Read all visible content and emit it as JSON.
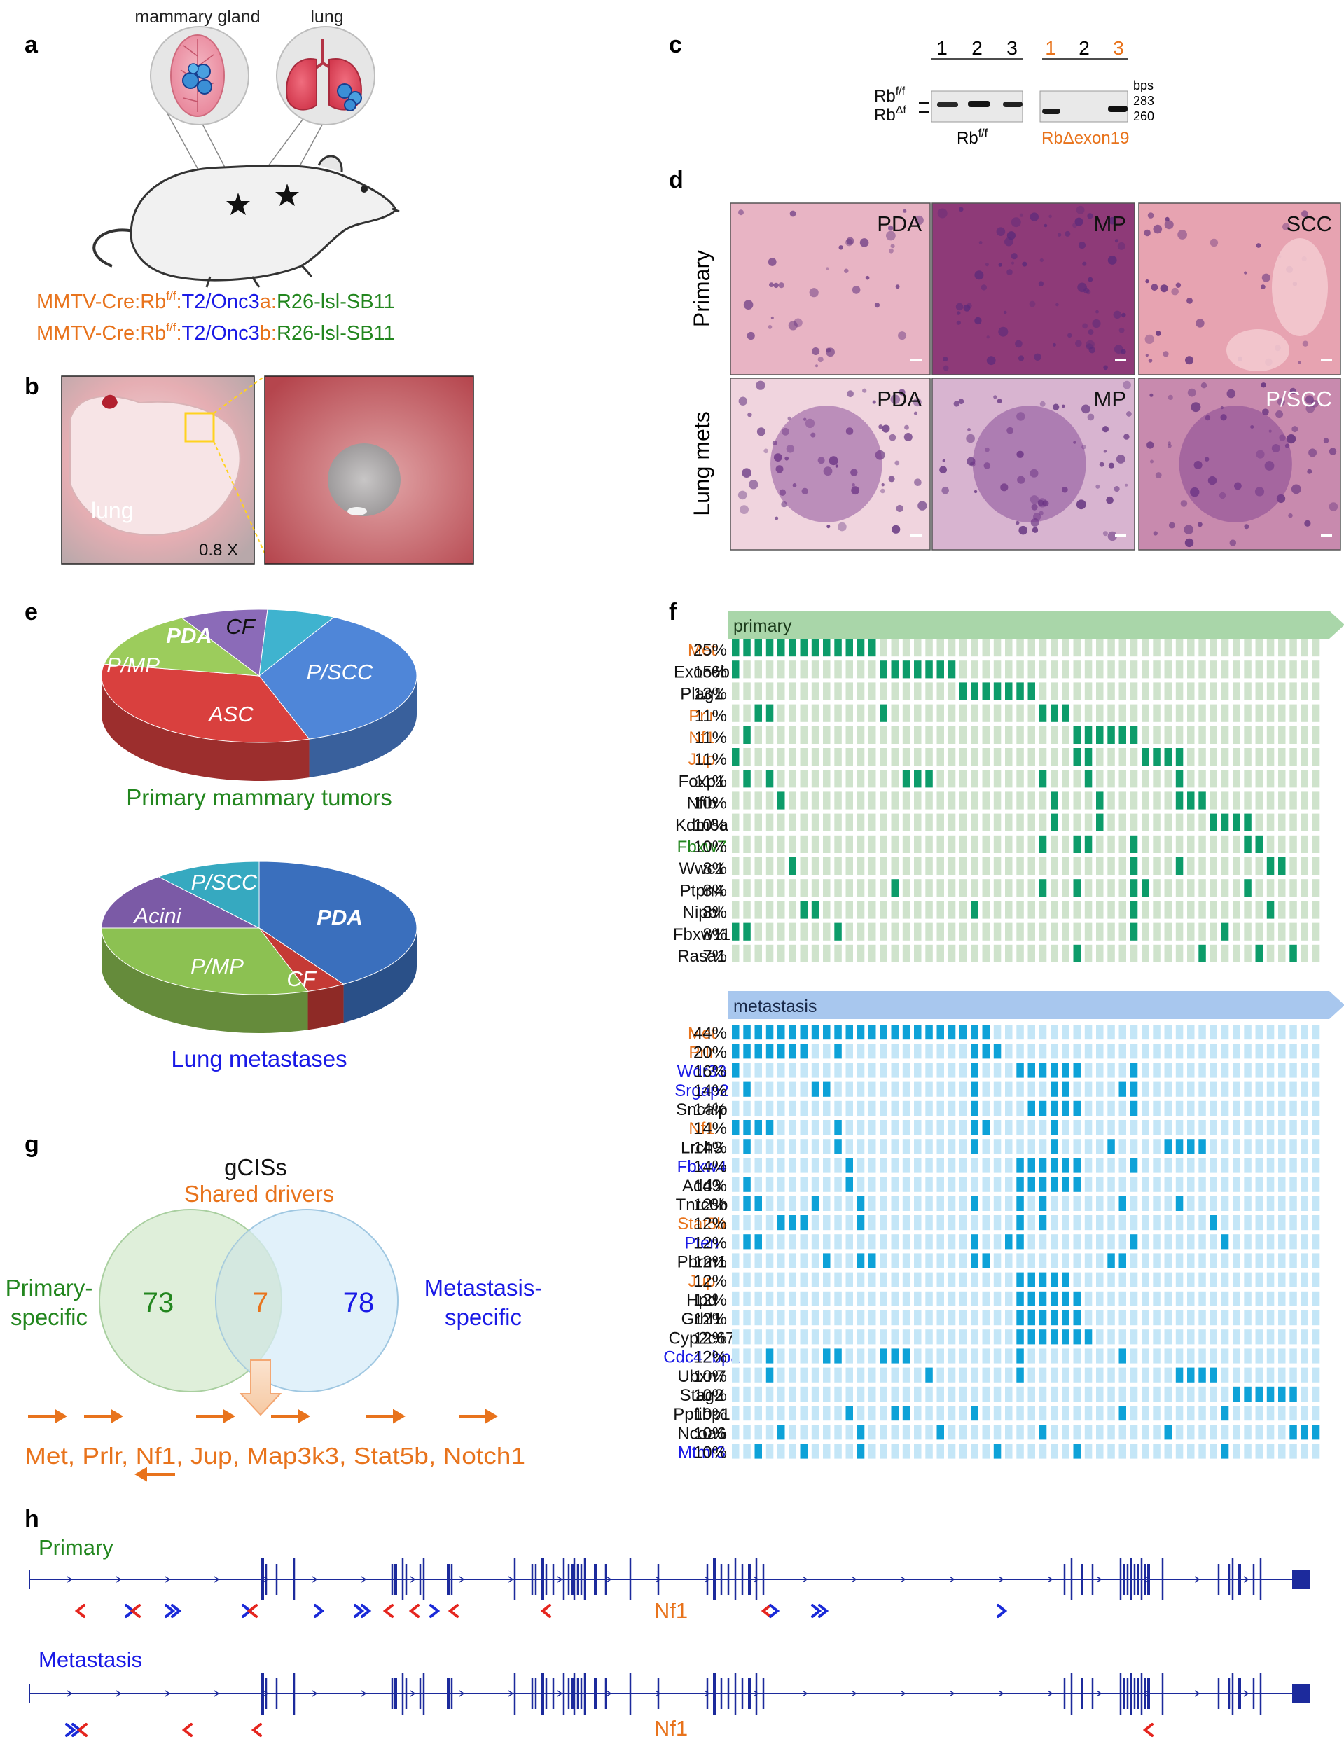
{
  "panel_labels": {
    "a": "a",
    "b": "b",
    "c": "c",
    "d": "d",
    "e": "e",
    "f": "f",
    "g": "g",
    "h": "h"
  },
  "panel_a": {
    "organ_labels": [
      "mammary gland",
      "lung"
    ],
    "genotype1": [
      {
        "t": "MMTV-Cre:Rb",
        "c": "orange"
      },
      {
        "t": "f/f",
        "c": "orange",
        "sup": true
      },
      {
        "t": ":",
        "c": "orange"
      },
      {
        "t": "T2/Onc3",
        "c": "blue"
      },
      {
        "t": "a",
        "c": "orange"
      },
      {
        "t": ":",
        "c": "orange"
      },
      {
        "t": "R26-lsl-SB11",
        "c": "green"
      }
    ],
    "genotype2": [
      {
        "t": "MMTV-Cre:Rb",
        "c": "orange"
      },
      {
        "t": "f/f",
        "c": "orange",
        "sup": true
      },
      {
        "t": ":",
        "c": "orange"
      },
      {
        "t": "T2/Onc3",
        "c": "blue"
      },
      {
        "t": "b",
        "c": "orange"
      },
      {
        "t": ":",
        "c": "orange"
      },
      {
        "t": "R26-lsl-SB11",
        "c": "green"
      }
    ]
  },
  "panel_b": {
    "organ_label": "lung",
    "magnification": "0.8 X"
  },
  "panel_c": {
    "lanes_left": [
      "1",
      "2",
      "3"
    ],
    "lanes_right": [
      "1",
      "2",
      "3"
    ],
    "row1": "Rb",
    "row1_sup": "f/f",
    "row2": "Rb",
    "row2_sup": "Δf",
    "bps": "bps",
    "size1": "283",
    "size2": "260",
    "caption_left": "Rb",
    "caption_left_sup": "f/f",
    "caption_right": "RbΔexon19"
  },
  "panel_d": {
    "row_labels": [
      "Primary",
      "Lung mets"
    ],
    "tile_labels": [
      [
        "PDA",
        "MP",
        "SCC"
      ],
      [
        "PDA",
        "MP",
        "P/SCC"
      ]
    ]
  },
  "panel_e": {
    "pie1_title": "Primary mammary tumors",
    "pie2_title": "Lung metastases",
    "pie1_slices": [
      {
        "label": "P/SCC",
        "frac": 0.37,
        "color": "#4f86d8"
      },
      {
        "label": "ASC",
        "frac": 0.33,
        "color": "#d9403e"
      },
      {
        "label": "P/MP",
        "frac": 0.14,
        "color": "#9ccc5c"
      },
      {
        "label": "PDA",
        "frac": 0.09,
        "color": "#8b6bb8"
      },
      {
        "label": "CF",
        "frac": 0.07,
        "color": "#3fb3cf"
      }
    ],
    "pie2_slices": [
      {
        "label": "PDA",
        "frac": 0.41,
        "color": "#3a6fbd"
      },
      {
        "label": "CF",
        "frac": 0.04,
        "color": "#c53a35"
      },
      {
        "label": "P/MP",
        "frac": 0.3,
        "color": "#8cc152"
      },
      {
        "label": "Acini",
        "frac": 0.14,
        "color": "#7b5aa6"
      },
      {
        "label": "P/SCC",
        "frac": 0.11,
        "color": "#36a9c0"
      }
    ]
  },
  "panel_f": {
    "primary_header": "primary",
    "metastasis_header": "metastasis",
    "columns": 52,
    "primary_rows": [
      {
        "gene": "Met",
        "pct": "25%",
        "color": "orange",
        "hits": [
          0,
          1,
          2,
          3,
          4,
          5,
          6,
          7,
          8,
          9,
          10,
          11,
          12
        ]
      },
      {
        "gene": "Exoc6b",
        "pct": "15%",
        "color": "black",
        "hits": [
          0,
          13,
          14,
          15,
          16,
          17,
          18,
          19
        ]
      },
      {
        "gene": "Plag1",
        "pct": "13%",
        "color": "black",
        "hits": [
          20,
          21,
          22,
          23,
          24,
          25,
          26
        ]
      },
      {
        "gene": "Prlr",
        "pct": "11%",
        "color": "orange",
        "hits": [
          2,
          3,
          13,
          27,
          28,
          29
        ]
      },
      {
        "gene": "Nf1",
        "pct": "11%",
        "color": "orange",
        "hits": [
          1,
          30,
          31,
          32,
          33,
          34,
          35
        ]
      },
      {
        "gene": "Jup",
        "pct": "11%",
        "color": "orange",
        "hits": [
          0,
          30,
          31,
          36,
          37,
          38,
          39
        ]
      },
      {
        "gene": "Foxp1",
        "pct": "11%",
        "color": "black",
        "hits": [
          1,
          3,
          15,
          16,
          17,
          27,
          31,
          39
        ]
      },
      {
        "gene": "Nfib",
        "pct": "10%",
        "color": "black",
        "hits": [
          4,
          28,
          32,
          39,
          40,
          41
        ]
      },
      {
        "gene": "Kdm6a",
        "pct": "10%",
        "color": "black",
        "hits": [
          28,
          32,
          42,
          43,
          44,
          45
        ]
      },
      {
        "gene": "Fbxw7",
        "pct": "10%",
        "color": "green",
        "hits": [
          27,
          30,
          31,
          35,
          45,
          46
        ]
      },
      {
        "gene": "Wwc1",
        "pct": "8%",
        "color": "black",
        "hits": [
          5,
          35,
          39,
          47,
          48
        ]
      },
      {
        "gene": "Ptpn4",
        "pct": "8%",
        "color": "black",
        "hits": [
          14,
          27,
          30,
          35,
          36,
          45
        ]
      },
      {
        "gene": "Nipbl",
        "pct": "8%",
        "color": "black",
        "hits": [
          6,
          7,
          21,
          35,
          47
        ]
      },
      {
        "gene": "Fbxw11",
        "pct": "8%",
        "color": "black",
        "hits": [
          0,
          1,
          9,
          35,
          43
        ]
      },
      {
        "gene": "Rasa1",
        "pct": "7%",
        "color": "black",
        "hits": [
          30,
          41,
          46,
          49
        ]
      }
    ],
    "metastasis_rows": [
      {
        "gene": "Met",
        "pct": "44%",
        "color": "orange",
        "hits": [
          0,
          1,
          2,
          3,
          4,
          5,
          6,
          7,
          8,
          9,
          10,
          11,
          12,
          13,
          14,
          15,
          16,
          17,
          18,
          19,
          20,
          21,
          22
        ]
      },
      {
        "gene": "Prlr",
        "pct": "20%",
        "color": "orange",
        "hits": [
          0,
          1,
          2,
          3,
          4,
          5,
          6,
          9,
          21,
          22,
          23
        ]
      },
      {
        "gene": "Wdr33",
        "pct": "16%",
        "color": "blue",
        "hits": [
          0,
          21,
          25,
          26,
          27,
          28,
          29,
          30,
          35
        ]
      },
      {
        "gene": "Srgap2",
        "pct": "14%",
        "color": "blue",
        "hits": [
          1,
          7,
          8,
          21,
          28,
          29,
          34,
          35
        ]
      },
      {
        "gene": "Sncaip",
        "pct": "14%",
        "color": "black",
        "hits": [
          21,
          26,
          27,
          28,
          29,
          30,
          35
        ]
      },
      {
        "gene": "Nf1",
        "pct": "14%",
        "color": "orange",
        "hits": [
          0,
          1,
          2,
          3,
          9,
          21,
          22,
          28
        ]
      },
      {
        "gene": "Lrch3",
        "pct": "14%",
        "color": "black",
        "hits": [
          1,
          9,
          21,
          28,
          33,
          38,
          39,
          40,
          41
        ]
      },
      {
        "gene": "Fbxw4",
        "pct": "14%",
        "color": "blue",
        "hits": [
          10,
          25,
          26,
          27,
          28,
          29,
          30,
          35
        ]
      },
      {
        "gene": "Add3",
        "pct": "14%",
        "color": "black",
        "hits": [
          1,
          10,
          25,
          26,
          27,
          28,
          29,
          30
        ]
      },
      {
        "gene": "Tnrc6b",
        "pct": "12%",
        "color": "black",
        "hits": [
          1,
          2,
          7,
          11,
          21,
          25,
          27,
          34,
          39
        ]
      },
      {
        "gene": "Stat5b",
        "pct": "12%",
        "color": "orange",
        "hits": [
          4,
          5,
          6,
          11,
          25,
          27,
          42
        ]
      },
      {
        "gene": "Pten",
        "pct": "12%",
        "color": "blue",
        "hits": [
          1,
          2,
          21,
          24,
          25,
          35,
          43
        ]
      },
      {
        "gene": "Pbrm1",
        "pct": "12%",
        "color": "black",
        "hits": [
          8,
          11,
          12,
          21,
          22,
          33,
          34
        ]
      },
      {
        "gene": "Jup",
        "pct": "12%",
        "color": "orange",
        "hits": [
          25,
          26,
          27,
          28,
          29
        ]
      },
      {
        "gene": "Hpd",
        "pct": "12%",
        "color": "black",
        "hits": [
          25,
          26,
          27,
          28,
          29,
          30
        ]
      },
      {
        "gene": "Grhl1",
        "pct": "12%",
        "color": "black",
        "hits": [
          25,
          26,
          27,
          28,
          29,
          30
        ]
      },
      {
        "gene": "Cyp2c67",
        "pct": "12%",
        "color": "black",
        "hits": [
          25,
          26,
          27,
          28,
          29,
          30,
          31
        ]
      },
      {
        "gene": "Cdc42bpa",
        "pct": "12%",
        "color": "blue",
        "hits": [
          3,
          8,
          9,
          13,
          14,
          15,
          25,
          34
        ]
      },
      {
        "gene": "Ubxn7",
        "pct": "10%",
        "color": "black",
        "hits": [
          3,
          17,
          25,
          39,
          40,
          41,
          42
        ]
      },
      {
        "gene": "Stag2",
        "pct": "10%",
        "color": "black",
        "hits": [
          44,
          45,
          46,
          47,
          48,
          49
        ]
      },
      {
        "gene": "Ppfibp1",
        "pct": "10%",
        "color": "black",
        "hits": [
          10,
          14,
          15,
          21,
          34,
          43
        ]
      },
      {
        "gene": "Ncoa6",
        "pct": "10%",
        "color": "black",
        "hits": [
          4,
          11,
          18,
          27,
          38,
          49,
          50,
          51
        ]
      },
      {
        "gene": "Mtmr3",
        "pct": "10%",
        "color": "blue",
        "hits": [
          2,
          6,
          11,
          23,
          30,
          43
        ]
      }
    ]
  },
  "panel_g": {
    "title": "gCISs",
    "shared_label": "Shared drivers",
    "left_label": [
      "Primary-",
      "specific"
    ],
    "right_label": [
      "Metastasis-",
      "specific"
    ],
    "left_count": "73",
    "shared_count": "7",
    "right_count": "78",
    "drivers_line": "Met, Prlr, Nf1, Jup, Map3k3, Stat5b, Notch1"
  },
  "panel_h": {
    "track1_label": "Primary",
    "track2_label": "Metastasis",
    "gene_label": "Nf1"
  },
  "colors": {
    "orange": "#e8731c",
    "blue": "#1a1ae6",
    "green": "#22861e",
    "black": "#111111",
    "primary_hit": "#0d9c6a",
    "primary_bg": "#cfe3cc",
    "primary_arrow": "#a9d6a9",
    "met_hit": "#0ea2d8",
    "met_bg": "#c4e6f7",
    "met_arrow": "#a8c7ee",
    "gene_track": "#1c2a9c"
  }
}
